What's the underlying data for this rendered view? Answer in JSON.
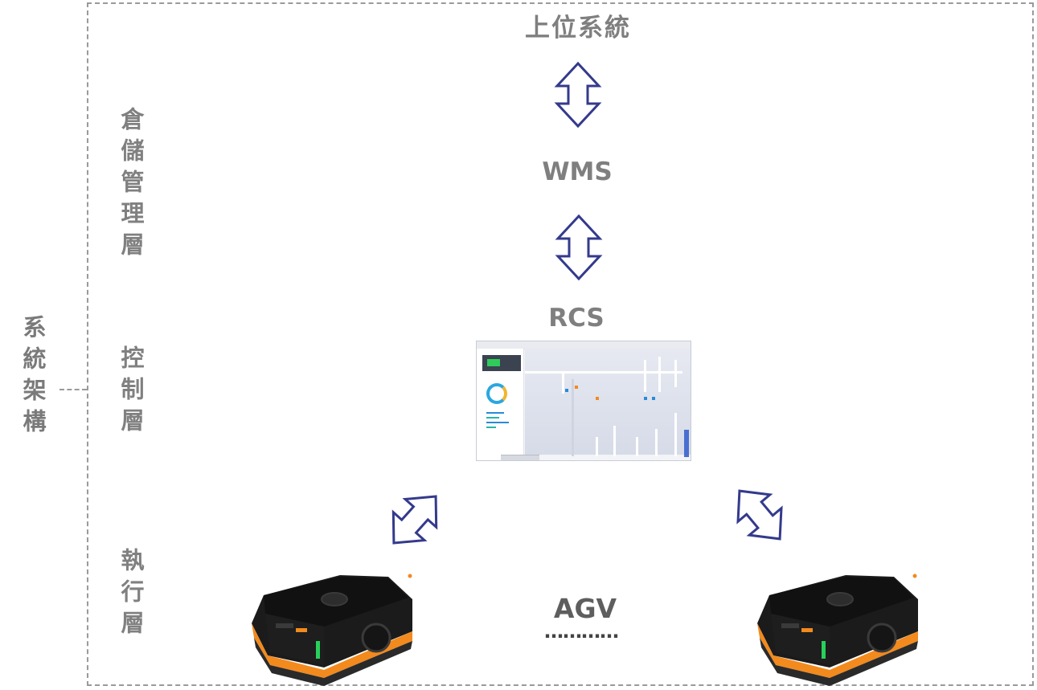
{
  "layers": {
    "system_architecture": "系統架構",
    "warehouse_management": "倉儲管理層",
    "control": "控制層",
    "execution": "執行層"
  },
  "nodes": {
    "upper_system": "上位系統",
    "wms": "WMS",
    "rcs": "RCS",
    "agv": "AGV",
    "ellipsis": "…………"
  },
  "colors": {
    "arrow_stroke": "#343a8c",
    "text_gray": "#7f7f7f",
    "frame_dash": "#9a9a9a",
    "agv_orange": "#f28a1e",
    "agv_black": "#1b1b1b",
    "agv_led": "#27d15a"
  }
}
